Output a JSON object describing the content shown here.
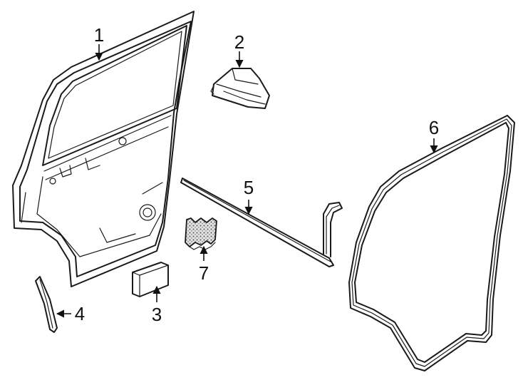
{
  "callouts": {
    "c1": "1",
    "c2": "2",
    "c3": "3",
    "c4": "4",
    "c5": "5",
    "c6": "6",
    "c7": "7"
  },
  "colors": {
    "line": "#1a1a1a",
    "background": "#ffffff",
    "foam_fill": "#cfcfcf"
  }
}
